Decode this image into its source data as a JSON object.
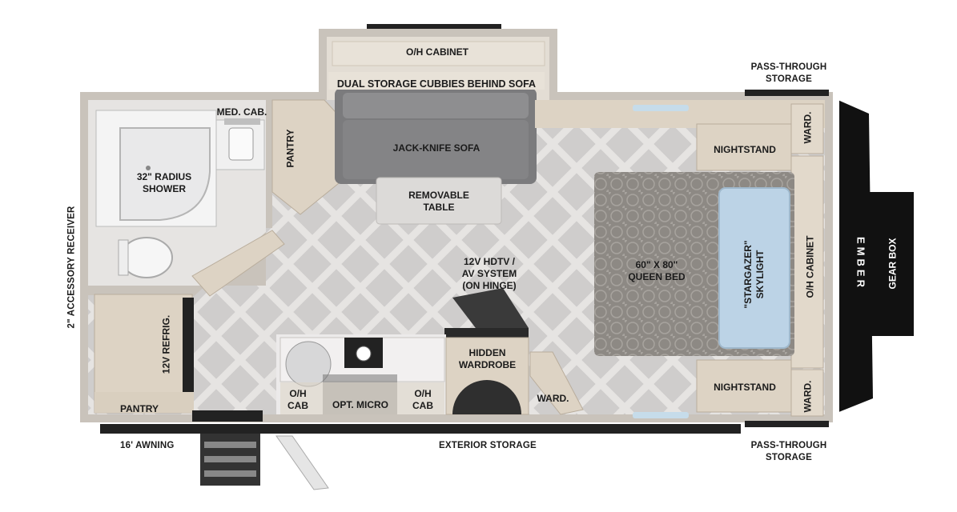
{
  "exterior": {
    "accessory_receiver": "2\" ACCESSORY RECEIVER",
    "awning": "16' AWNING",
    "exterior_storage": "EXTERIOR STORAGE",
    "pass_through_top_1": "PASS-THROUGH",
    "pass_through_top_2": "STORAGE",
    "pass_through_bottom_1": "PASS-THROUGH",
    "pass_through_bottom_2": "STORAGE",
    "gear_box": "GEAR BOX",
    "brand": "EMBER"
  },
  "slide": {
    "oh_cabinet": "O/H CABINET",
    "cubbies": "DUAL STORAGE CUBBIES BEHIND SOFA",
    "sofa": "JACK-KNIFE SOFA"
  },
  "bath": {
    "med_cab": "MED. CAB.",
    "shower_1": "32\" RADIUS",
    "shower_2": "SHOWER"
  },
  "living": {
    "pantry_top": "PANTRY",
    "table_1": "REMOVABLE",
    "table_2": "TABLE",
    "tv_1": "12V HDTV /",
    "tv_2": "AV SYSTEM",
    "tv_3": "(ON HINGE)"
  },
  "kitchen": {
    "refrig": "12V REFRIG.",
    "pantry_bottom": "PANTRY",
    "oh_cab_left_1": "O/H",
    "oh_cab_left_2": "CAB",
    "opt_micro": "OPT. MICRO",
    "oh_cab_right_1": "O/H",
    "oh_cab_right_2": "CAB",
    "hidden_wardrobe_1": "HIDDEN",
    "hidden_wardrobe_2": "WARDROBE",
    "ward_mid": "WARD."
  },
  "bedroom": {
    "nightstand_top": "NIGHTSTAND",
    "nightstand_bottom": "NIGHTSTAND",
    "ward_top": "WARD.",
    "ward_bottom": "WARD.",
    "oh_cabinet_front": "O/H CABINET",
    "bed_1": "60\" X 80\"",
    "bed_2": "QUEEN BED",
    "skylight_1": "\"STARGAZER\"",
    "skylight_2": "SKYLIGHT"
  },
  "colors": {
    "wall": "#c9c3bb",
    "wood": "#ddd3c4",
    "floor": "#cfcdcc",
    "chevron": "#e4e2e0",
    "sofa": "#7d7d7f",
    "bed": "#8b8783",
    "skylight": "#bcd3e6",
    "dark": "#1c1c1c"
  }
}
